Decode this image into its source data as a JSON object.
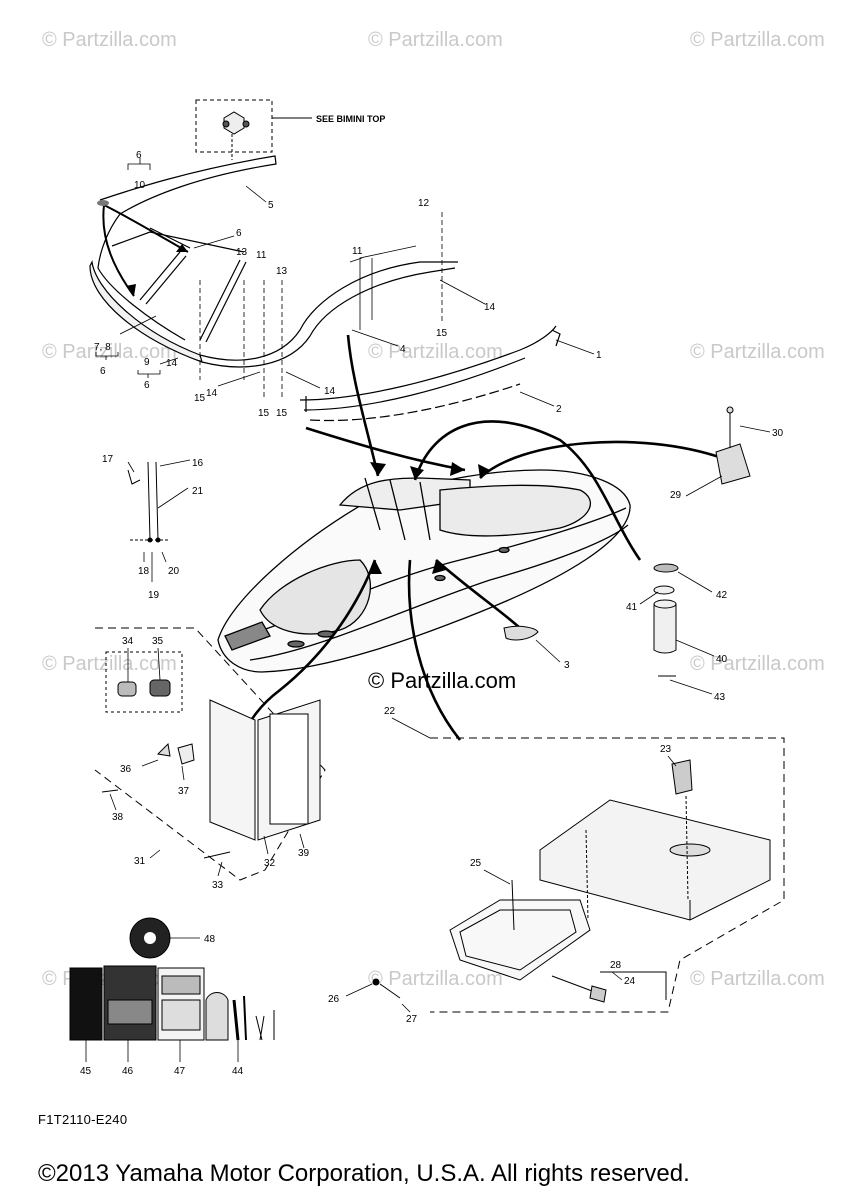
{
  "watermark_text": "© Partzilla.com",
  "center_watermark": "© Partzilla.com",
  "see_reference": "SEE BIMINI TOP",
  "figure_id": "F1T2110-E240",
  "copyright": "©2013 Yamaha Motor Corporation, U.S.A. All rights reserved.",
  "callouts": [
    "1",
    "2",
    "3",
    "4",
    "5",
    "6",
    "6",
    "6",
    "6",
    "7, 8",
    "9",
    "10",
    "11",
    "11",
    "12",
    "13",
    "13",
    "14",
    "14",
    "14",
    "14",
    "15",
    "15",
    "15",
    "15",
    "16",
    "17",
    "18",
    "19",
    "20",
    "21",
    "22",
    "23",
    "24",
    "25",
    "26",
    "27",
    "28",
    "29",
    "30",
    "31",
    "32",
    "33",
    "34",
    "35",
    "36",
    "37",
    "38",
    "39",
    "40",
    "41",
    "42",
    "43",
    "44",
    "45",
    "46",
    "47",
    "48"
  ]
}
